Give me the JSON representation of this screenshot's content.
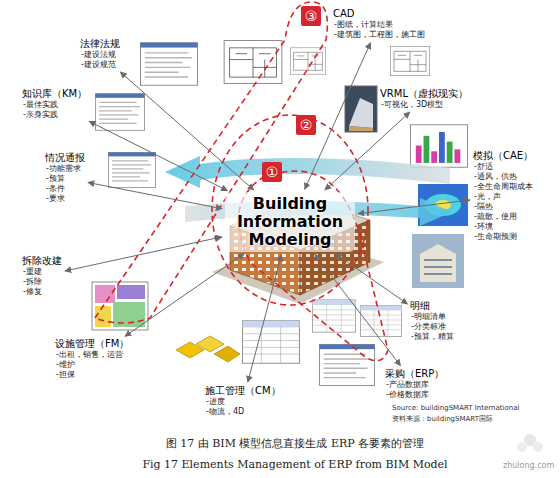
{
  "diagram": {
    "caption": "图 17 由 BIM 模型信息直接生成 ERP 各要素的管理",
    "nodes": [
      {
        "text": [
          "CAD",
          "-图纸，计算结果",
          "-建筑图，工程图，施工图"
        ]
      },
      {
        "text": [
          "法律法规",
          "-建设法规",
          "-建设规范"
        ]
      },
      {
        "text": [
          "VRML（虚拟现实）",
          "-可视化，3D模型"
        ]
      },
      {
        "text": [
          "知识库（KM）",
          "-最佳实践",
          "-亲身实践"
        ]
      },
      {
        "text": [
          "情况通报",
          "-功能需求",
          "-预算",
          "-条件",
          "-要求"
        ]
      },
      {
        "text": [
          "模拟（CAE）",
          "-舒适",
          "-通风，供热",
          "-全生命周期成本",
          "-光，声",
          "-隔热",
          "-疏散，使用",
          "-环境",
          "-生命期预测"
        ]
      },
      {
        "text": [
          "Building Information Modeling"
        ]
      },
      {
        "text": [
          "拆除改建",
          "-重建",
          "-拆除",
          "-修复"
        ]
      },
      {
        "text": [
          "明细",
          "-明细清单",
          "-分类标准",
          "-预算，精算"
        ]
      },
      {
        "text": [
          "设施管理（FM）",
          "-出租，销售，运营",
          "-维护",
          "-担保"
        ]
      },
      {
        "text": [
          "采购（ERP）",
          "-产品数据库",
          "-价格数据库"
        ]
      },
      {
        "text": [
          "施工管理（CM）",
          "-进度",
          "-物流，4D"
        ]
      }
    ],
    "edges": [
      {
        "from": 6,
        "to": 0,
        "arrow": "both"
      },
      {
        "from": 6,
        "to": 1,
        "arrow": "both"
      },
      {
        "from": 6,
        "to": 2,
        "arrow": "both"
      },
      {
        "from": 6,
        "to": 3,
        "arrow": "both"
      },
      {
        "from": 6,
        "to": 4,
        "arrow": "both"
      },
      {
        "from": 6,
        "to": 5,
        "arrow": "both"
      },
      {
        "from": 6,
        "to": 7,
        "arrow": "both"
      },
      {
        "from": 6,
        "to": 8,
        "arrow": "both"
      },
      {
        "from": 6,
        "to": 9,
        "arrow": "both"
      },
      {
        "from": 6,
        "to": 10,
        "arrow": "both"
      },
      {
        "from": 6,
        "to": 11,
        "arrow": "both"
      }
    ],
    "labels": [
      "①",
      "②",
      "③",
      "Source: buildingSMART International",
      "资料来源：buildingSMART国际",
      "Fig 17 Elements Management of ERP from BIM Model",
      "zhulong.com"
    ]
  }
}
